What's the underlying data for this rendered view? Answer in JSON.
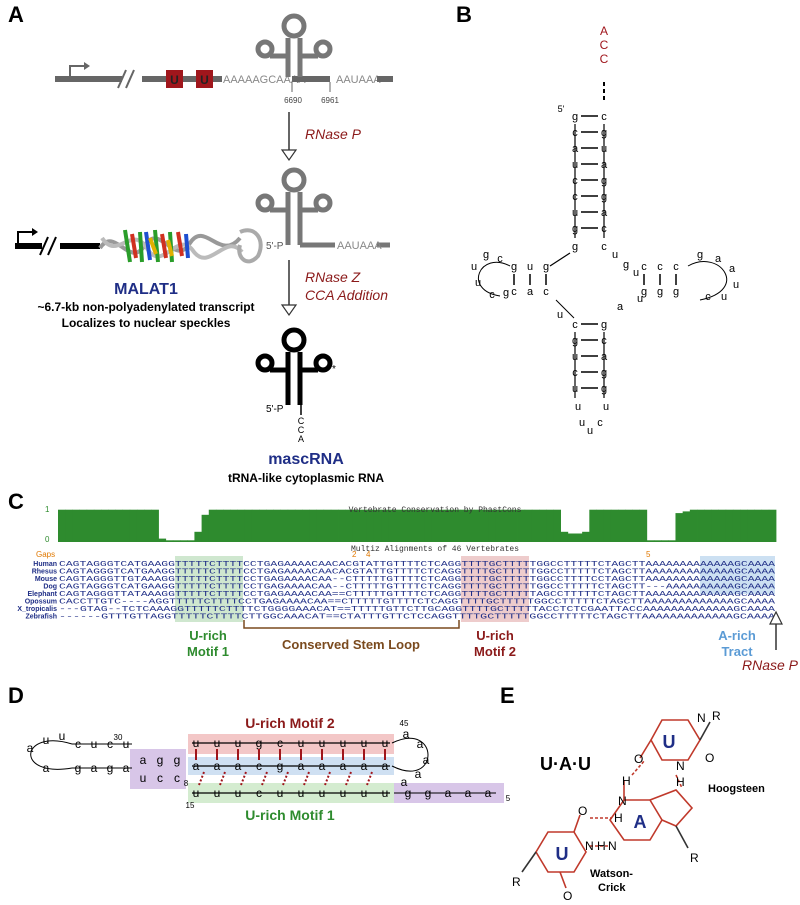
{
  "panels": {
    "a": "A",
    "b": "B",
    "c": "C",
    "d": "D",
    "e": "E"
  },
  "panel_a": {
    "u_boxes": [
      "U",
      "U"
    ],
    "gene_seq_a": "AAAAAGCAAAA",
    "gene_seq_b": "AAUAAA",
    "pos_1": "6690",
    "pos_2": "6961",
    "step1": "RNase P",
    "p_label": "5'-P",
    "tail_seq": "AAUAAA",
    "step2_line1": "RNase Z",
    "step2_line2": "CCA Addition",
    "malat_title": "MALAT1",
    "malat_line1": "~6.7-kb non-polyadenylated transcript",
    "malat_line2": "Localizes to nuclear speckles",
    "p_label2": "5'-P",
    "cca": [
      "C",
      "C",
      "A"
    ],
    "star": "*",
    "masc_title": "mascRNA",
    "masc_sub": "tRNA-like cytoplasmic RNA"
  },
  "panel_b": {
    "five_prime": "5'",
    "cca_tail": [
      "A",
      "C",
      "C"
    ],
    "acceptor_left": [
      "g",
      "c",
      "a",
      "u",
      "c",
      "c",
      "u",
      "g"
    ],
    "acceptor_right": [
      "c",
      "g",
      "u",
      "a",
      "g",
      "g",
      "a",
      "c"
    ],
    "d_stem_top": [
      "g",
      "u",
      "g"
    ],
    "d_stem_bot": [
      "c",
      "a",
      "c"
    ],
    "d_loop": [
      "c",
      "g",
      "u",
      "u",
      "c",
      "g"
    ],
    "t_stem_top": [
      "c",
      "c",
      "c"
    ],
    "t_stem_bot": [
      "g",
      "g",
      "g"
    ],
    "t_loop": [
      "g",
      "a",
      "a",
      "u",
      "u",
      "c"
    ],
    "junction_left": "g",
    "junction_right": "c",
    "junction_mid": [
      "u",
      "g",
      "u",
      "u",
      "a"
    ],
    "anti_left": [
      "c",
      "g",
      "u",
      "c",
      "u"
    ],
    "anti_right": [
      "g",
      "c",
      "a",
      "g",
      "g"
    ],
    "anti_loop": [
      "u",
      "u",
      "u",
      "c",
      "u"
    ]
  },
  "panel_c": {
    "track1_title": "Vertebrate Conservation by PhastCons",
    "track2_title": "Multiz Alignments of 46 Vertebrates",
    "y_top": "1",
    "y_bot": "0",
    "gaps_label": "Gaps",
    "gap_marks": [
      "2",
      "4",
      "5"
    ],
    "species": [
      "Human",
      "Rhesus",
      "Mouse",
      "Dog",
      "Elephant",
      "Opossum",
      "X_tropicalis",
      "Zebrafish"
    ],
    "alignment": [
      "CAGTAGGGTCATGAAGGTTTTTCTTTTCCTGAGAAAACAACACGTATTGTTTTCTCAGGTTTTGCTTTTTGGCCTTTTTCTAGCTTAAAAAAAAAAAAAGCAAAA",
      "CAGTAGGGTCATGAAGGTTTTTCTTTTCCTGAGAAAACAACACGTATTGTTTTCTCAGGTTTTGCTTTTTGGCCTTTTTCTAGCTTAAAAAAAAAAAAAGCAAAA",
      "CAGTAGGGTTGTAAAGGTTTTTCTTTTCCTGAGAAAACAA--CTTTTTGTTTTCTCAGGTTTTGCTTTTTGGCCTTTTCCTAGCTTAAAAAAAAAAAAAGCAAAA",
      "CAGTAGGGTCATGAAGGTTTTTCTTTTCCTGAGAAAACAA--CTTTTTGTTTTCTCAGGTTTTGCTTTTTGGCCTTTTTCTAGCTT---AAAAAAAAAAGCAAAA",
      "CAGTAGGGTTATAAAGGTTTTTCTTTTCCTGAGAAAACAA==CTTTTTGTTTTCTCAGGTTTTGCTTTTTAGCCTTTTTCTAGCTTAAAAAAAAAAAAAGCAAAA",
      "CACCTTGTC----AGGTTTTTCTTTTCCTGAGAAAACAA==CTTTTTGTTTTCTCAGGTTTTGCTTTTTGGCCTTTTTCTAGCTTAAAAAAAAAAAAAGCAAAA",
      "---GTAG--TCTCAAAGGTTTTTCTTTTCTGGGGAAACAT==TTTTTGTTCTTGCAGGTTTTGCTTTTTACCTCTCGAATTACCAAAAAAAAAAAAAGCAAAA",
      "------GTTTGTTAGGTTTTTCTTTTCTTGGCAAACAT==CTATTTGTTCTCCAGGTTTTGCTTTTTGGCCTTTTTCTAGCTTAAAAAAAAAAAAAGCAAAA"
    ],
    "label_u1_l1": "U-rich",
    "label_u1_l2": "Motif 1",
    "label_stem": "Conserved Stem Loop",
    "label_u2_l1": "U-rich",
    "label_u2_l2": "Motif 2",
    "label_a_l1": "A-rich",
    "label_a_l2": "Tract",
    "label_rnasep": "RNase P"
  },
  "panel_d": {
    "motif2": "U-rich Motif 2",
    "motif1": "U-rich Motif 1",
    "num_45": "45",
    "num_30": "30",
    "num_8": "8",
    "num_15": "15",
    "num_5": "5",
    "top_strand": [
      "u",
      "u",
      "u",
      "g",
      "c",
      "u",
      "u",
      "u",
      "u",
      "u"
    ],
    "mid_strand": [
      "a",
      "a",
      "a",
      "c",
      "g",
      "a",
      "a",
      "a",
      "a",
      "a"
    ],
    "bot_strand": [
      "u",
      "u",
      "u",
      "c",
      "u",
      "u",
      "u",
      "u",
      "u",
      "u"
    ],
    "purple_top": [
      "a",
      "g",
      "g"
    ],
    "purple_bot": [
      "u",
      "c",
      "c"
    ],
    "tail": [
      "g",
      "g",
      "a",
      "a",
      "a"
    ],
    "left_stem_top": [
      "u",
      "c",
      "u",
      "c"
    ],
    "left_stem_bot": [
      "a",
      "g",
      "a",
      "g"
    ],
    "left_loop": [
      "u",
      "u",
      "a",
      "a"
    ],
    "right_loop": [
      "a",
      "a",
      "a",
      "a",
      "a"
    ]
  },
  "panel_e": {
    "title": "U·A·U",
    "base_u_top": "U",
    "base_u_left": "U",
    "base_a": "A",
    "label_hoogsteen": "Hoogsteen",
    "label_wc_1": "Watson-",
    "label_wc_2": "Crick",
    "atom_R": "R",
    "atom_N": "N",
    "atom_O": "O",
    "atom_H": "H"
  },
  "colors": {
    "dark_red": "#8b1a1a",
    "navy": "#1f2e86",
    "green": "#2e8b2e",
    "brown": "#7a4a1e",
    "light_blue": "#5b9bd5",
    "orange": "#e07800",
    "gray": "#777777"
  },
  "chart_data": {
    "type": "area",
    "title": "Vertebrate Conservation by PhastCons",
    "ylim": [
      0,
      1
    ],
    "x": [
      0,
      1,
      2,
      3,
      4,
      5,
      6,
      7,
      8,
      9,
      10,
      11,
      12,
      13,
      14,
      15,
      16,
      17,
      18,
      19,
      20,
      21,
      22,
      23,
      24,
      25,
      26,
      27,
      28,
      29,
      30,
      31,
      32,
      33,
      34,
      35,
      36,
      37,
      38,
      39,
      40,
      41,
      42,
      43,
      44,
      45,
      46,
      47,
      48,
      49,
      50,
      51,
      52,
      53,
      54,
      55,
      56,
      57,
      58,
      59,
      60,
      61,
      62,
      63,
      64,
      65,
      66,
      67,
      68,
      69,
      70,
      71,
      72,
      73,
      74,
      75,
      76,
      77,
      78,
      79,
      80,
      81,
      82,
      83,
      84,
      85,
      86,
      87,
      88,
      89,
      90,
      91,
      92,
      93,
      94,
      95,
      96,
      97,
      98,
      99
    ],
    "values": [
      0.95,
      0.95,
      0.95,
      0.95,
      0.95,
      0.95,
      0.95,
      0.95,
      0.95,
      0.95,
      0.95,
      0.95,
      0.95,
      0.95,
      0.1,
      0.05,
      0.05,
      0.05,
      0.05,
      0.3,
      0.8,
      0.95,
      0.95,
      0.95,
      0.95,
      0.95,
      0.95,
      0.95,
      0.95,
      0.95,
      0.95,
      0.95,
      0.95,
      0.95,
      0.95,
      0.95,
      0.95,
      0.95,
      0.95,
      0.95,
      0.95,
      0.95,
      0.95,
      0.95,
      0.95,
      0.95,
      0.95,
      0.95,
      0.95,
      0.95,
      0.95,
      0.95,
      0.95,
      0.95,
      0.95,
      0.95,
      0.95,
      0.95,
      0.95,
      0.95,
      0.95,
      0.95,
      0.95,
      0.95,
      0.95,
      0.95,
      0.95,
      0.95,
      0.95,
      0.95,
      0.3,
      0.25,
      0.25,
      0.3,
      0.95,
      0.95,
      0.95,
      0.95,
      0.95,
      0.95,
      0.95,
      0.95,
      0.05,
      0.05,
      0.05,
      0.05,
      0.85,
      0.9,
      0.95,
      0.95,
      0.95,
      0.95,
      0.95,
      0.95,
      0.95,
      0.95,
      0.95,
      0.95,
      0.95,
      0.95
    ]
  }
}
